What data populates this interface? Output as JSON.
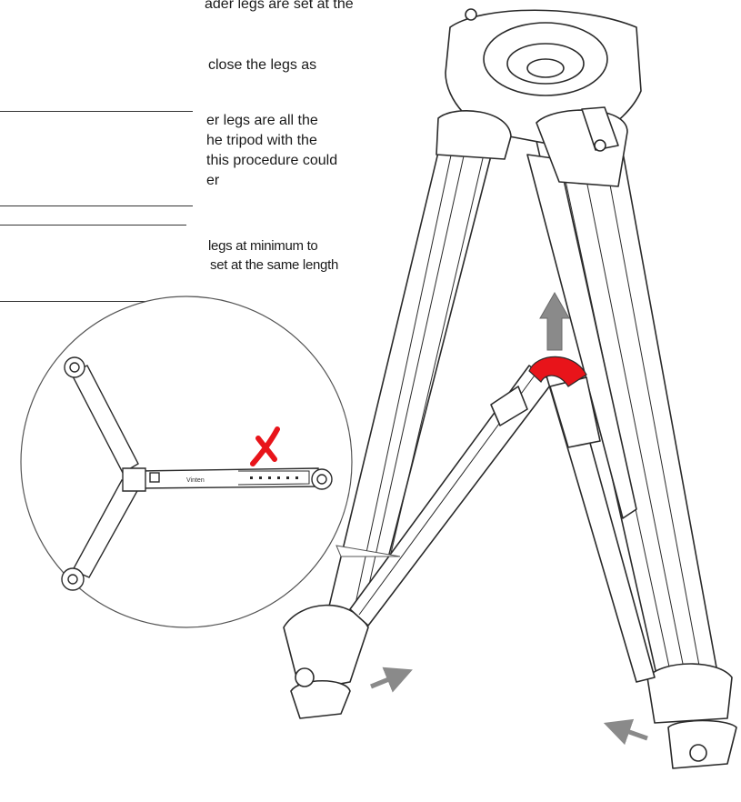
{
  "instructions": {
    "block1": [
      "ader legs are set at the",
      "close the legs as"
    ],
    "block2": [
      "er legs are all the",
      "he tripod with the",
      "this procedure could",
      "er"
    ],
    "block3": [
      "legs at minimum to",
      "set at the same length"
    ]
  },
  "illustration": {
    "inset_status_icon": "red-cross-icon",
    "highlight_color": "#e8141a",
    "motion_arrow_color": "#8a8a8a",
    "inset_label": "Vinten"
  }
}
